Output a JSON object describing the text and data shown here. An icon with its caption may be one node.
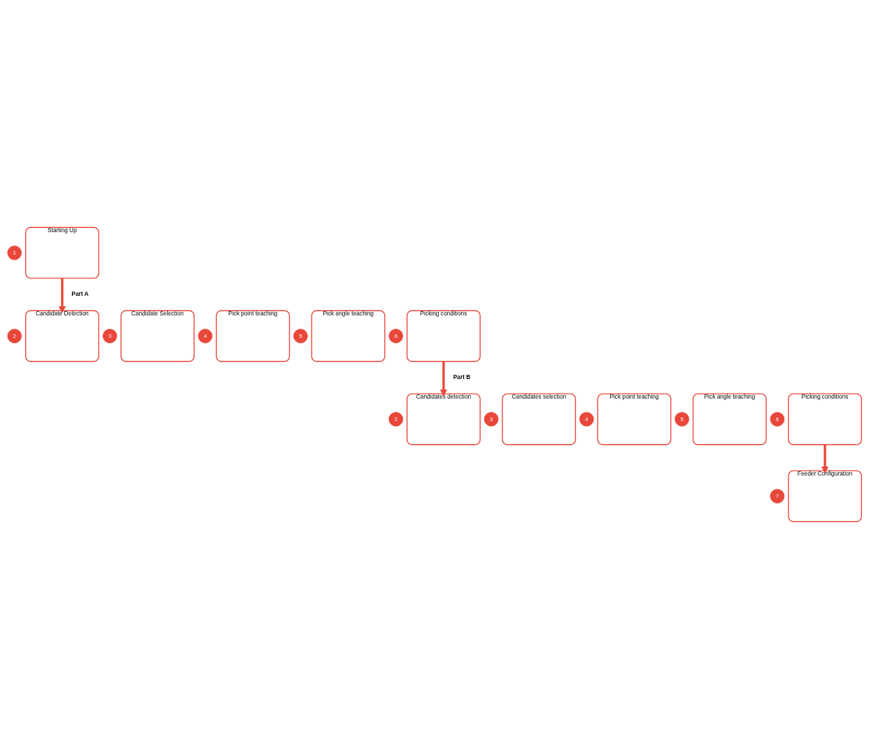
{
  "diagram": {
    "nodes": [
      {
        "text": [
          "Starting Up"
        ]
      },
      {
        "text": [
          "1"
        ]
      },
      {
        "text": [
          "Candidate Detection"
        ]
      },
      {
        "text": [
          "2"
        ]
      },
      {
        "text": [
          "Candidate Selection"
        ]
      },
      {
        "text": [
          "3"
        ]
      },
      {
        "text": [
          "Pick point teaching"
        ]
      },
      {
        "text": [
          "4"
        ]
      },
      {
        "text": [
          "Pick angle teaching"
        ]
      },
      {
        "text": [
          "5"
        ]
      },
      {
        "text": [
          "Picking conditions"
        ]
      },
      {
        "text": [
          "6"
        ]
      },
      {
        "text": [
          "Candidates detection"
        ]
      },
      {
        "text": [
          "2"
        ]
      },
      {
        "text": [
          "Candidates selection"
        ]
      },
      {
        "text": [
          "3"
        ]
      },
      {
        "text": [
          "Pick point teaching"
        ]
      },
      {
        "text": [
          "4"
        ]
      },
      {
        "text": [
          "Pick angle teaching"
        ]
      },
      {
        "text": [
          "5"
        ]
      },
      {
        "text": [
          "Picking conditions"
        ]
      },
      {
        "text": [
          "6"
        ]
      },
      {
        "text": [
          "Feeder Configuration"
        ]
      },
      {
        "text": [
          "7"
        ]
      }
    ],
    "edges": [
      {
        "from": 0,
        "to": 2,
        "arrow": "to",
        "label": "Part A"
      },
      {
        "from": 10,
        "to": 12,
        "arrow": "to",
        "label": "Part B"
      },
      {
        "from": 20,
        "to": 22,
        "arrow": "to"
      }
    ]
  }
}
